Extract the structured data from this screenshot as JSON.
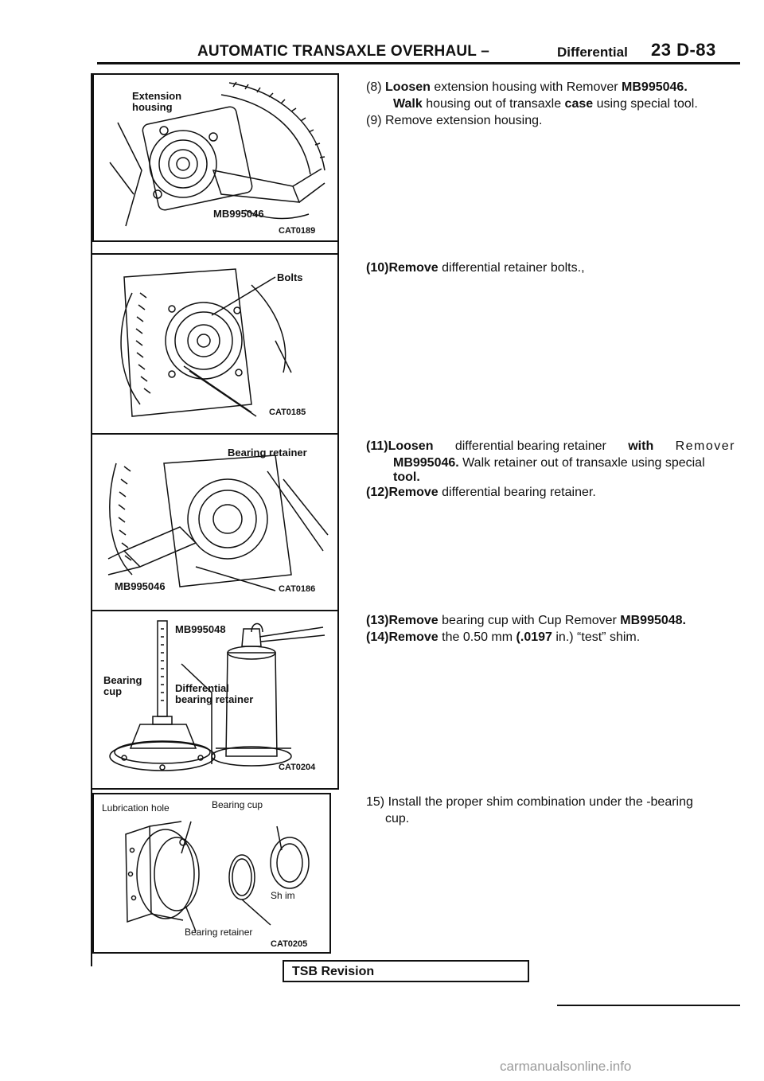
{
  "header": {
    "title": "AUTOMATIC TRANSAXLE OVERHAUL –",
    "subtitle": "Differential",
    "page": "23 D-83"
  },
  "figures": [
    {
      "labels": [
        "Extension housing",
        "MB995046"
      ],
      "code": "CAT0189"
    },
    {
      "labels": [
        "Bolts"
      ],
      "code": "CAT0185"
    },
    {
      "labels": [
        "Bearing retainer",
        "MB995046"
      ],
      "code": "CAT0186"
    },
    {
      "labels": [
        "MB995048",
        "Bearing cup",
        "Differential bearing retainer"
      ],
      "code": "CAT0204"
    },
    {
      "labels": [
        "Lubrication hole",
        "Bearing cup",
        "Sh im",
        "Bearing retainer"
      ],
      "code": "CAT0205"
    }
  ],
  "steps": {
    "s8": {
      "num": "(8)",
      "w1": "Loosen",
      "t1": "extension housing with Remover",
      "part": "MB995046.",
      "w2": "Walk",
      "t2": "housing out of transaxle",
      "w3": "case",
      "t3": "using special tool."
    },
    "s9": {
      "text": "(9) Remove extension housing."
    },
    "s10": {
      "num": "(10)",
      "w1": "Remove",
      "t1": "differential retainer bolts.,"
    },
    "s11": {
      "num": "(11)",
      "w1": "Loosen",
      "t1": "differential bearing retainer",
      "w2": "with",
      "t2": "Remover",
      "part": "MB995046.",
      "t3": "Walk retainer out of transaxle using special",
      "w3": "tool."
    },
    "s12": {
      "num": "(12)",
      "w1": "Remove",
      "t1": "differential bearing retainer."
    },
    "s13": {
      "num": "(13)",
      "w1": "Remove",
      "t1": "bearing cup with Cup Remover",
      "part": "MB995048."
    },
    "s14": {
      "num": "(14)",
      "w1": "Remove",
      "t1": "the 0.50 mm",
      "val": "(.0197",
      "t2": "in.) “test” shim."
    },
    "s15": {
      "line1": "15) Install the proper shim combination under the -bearing",
      "line2": "cup."
    }
  },
  "tsb": {
    "label": "TSB Revision"
  },
  "watermark": "carmanualsonline.info"
}
